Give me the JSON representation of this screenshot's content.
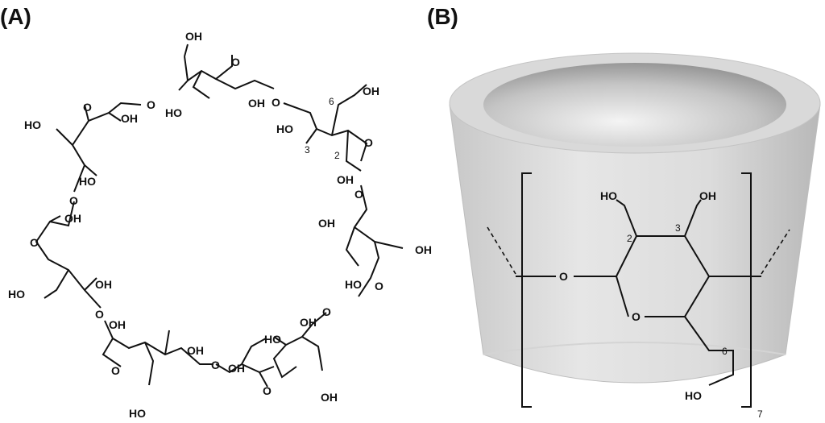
{
  "panels": {
    "a_label": "(A)",
    "b_label": "(B)"
  },
  "panel_a": {
    "oh": "OH",
    "ho": "HO",
    "o": "O",
    "n6": "6",
    "n3": "3",
    "n2": "2"
  },
  "panel_b": {
    "ho": "HO",
    "oh": "OH",
    "o": "O",
    "n2": "2",
    "n3": "3",
    "n6": "6",
    "ho_bottom": "HO",
    "subscript": "7"
  }
}
